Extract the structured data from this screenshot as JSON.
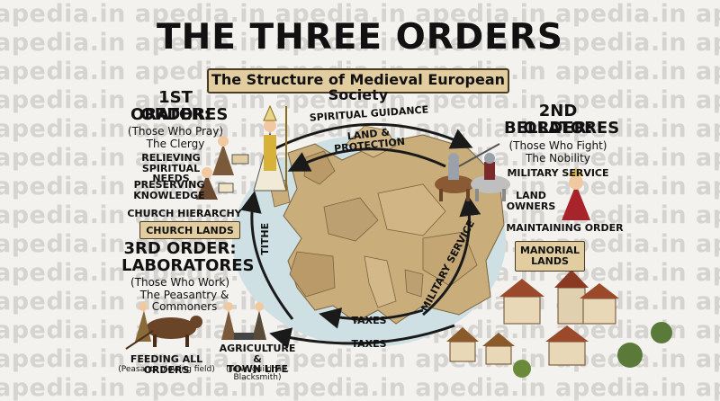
{
  "watermark": "apedia.in apedia.in apedia.in apedia.in apedia.in apedia.in apedia.in apedia.in",
  "title": "THE THREE ORDERS",
  "subtitle": "The Structure of Medieval European Society",
  "first_order": {
    "heading_1": "1ST ORDER:",
    "heading_2": "ORATORES",
    "subtitle_1": "(Those Who Pray)",
    "subtitle_2": "The Clergy",
    "roles": [
      "RELIEVING\nSPIRITUAL NEEDS",
      "PRESERVING\nKNOWLEDGE",
      "CHURCH HIERARCHY"
    ],
    "tag": "CHURCH LANDS"
  },
  "second_order": {
    "heading_1": "2ND ORDER:",
    "heading_2": "BELLATORES",
    "subtitle_1": "(Those Who Fight)",
    "subtitle_2": "The Nobility",
    "roles": [
      "MILITARY SERVICE",
      "LAND\nOWNERS",
      "MAINTAINING ORDER"
    ],
    "tag": "MANORIAL\nLANDS"
  },
  "third_order": {
    "heading_1": "3RD ORDER:",
    "heading_2": "LABORATORES",
    "subtitle_1": "(Those Who Work)",
    "subtitle_2": "The Peasantry & Commoners",
    "roles": [
      {
        "title": "FEEDING ALL ORDERS",
        "caption": "(Peasants plowing field)"
      },
      {
        "title": "AGRICULTURE &\nTOWN LIFE",
        "caption": "(Town guildhall, Blacksmith)"
      }
    ]
  },
  "flows": {
    "spiritual_guidance": "SPIRITUAL GUIDANCE",
    "land_protection": "LAND & PROTECTION",
    "tithe": "TITHE",
    "military_service": "MILITARY SERVICE",
    "taxes_inner": "TAXES",
    "taxes_outer": "TAXES"
  },
  "colors": {
    "tag_fill": "#e2cda0",
    "sea": "#cfe0e4",
    "land": "#c9ad7a",
    "arrow": "#1a1a1a"
  }
}
